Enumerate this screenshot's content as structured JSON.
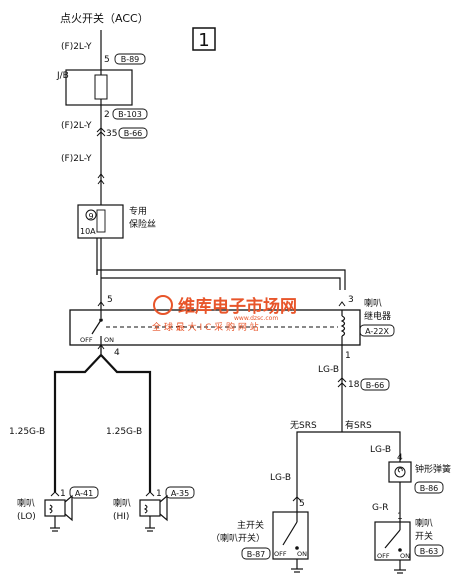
{
  "page_number": "1",
  "top_label": "点火开关（ACC）",
  "wires": {
    "w1": "(F)2L-Y",
    "w2": "(F)2L-Y",
    "w3": "(F)2L-Y",
    "lgb1": "LG-B",
    "lgb2": "LG-B",
    "lgb3": "LG-B",
    "gr": "G-R",
    "g_lo": "1.25G-B",
    "g_hi": "1.25G-B"
  },
  "pins": {
    "p5_top": "5",
    "p2": "2",
    "p35": "35",
    "p5_relay": "5",
    "p3": "3",
    "p4": "4",
    "p1_relay": "1",
    "p18": "18",
    "p4_clock": "4",
    "p5_main": "5",
    "p1_horn_sw": "1",
    "p1_lo": "1",
    "p1_hi": "1"
  },
  "connectors": {
    "b89": "B-89",
    "b103": "B-103",
    "b66a": "B-66",
    "a22x": "A-22X",
    "b66b": "B-66",
    "b86": "B-86",
    "b87": "B-87",
    "b63": "B-63",
    "a41": "A-41",
    "a35": "A-35"
  },
  "jb_label": "J/B",
  "fuse": {
    "number": "9",
    "rating": "10A",
    "name_line1": "专用",
    "name_line2": "保险丝"
  },
  "relay_name": {
    "line1": "喇叭",
    "line2": "继电器"
  },
  "relay_switch": {
    "off": "OFF",
    "on": "ON"
  },
  "branch": {
    "no_srs": "无SRS",
    "with_srs": "有SRS"
  },
  "clock_spring": {
    "line1": "钟形弹簧"
  },
  "main_switch": {
    "line1": "主开关",
    "line2": "（喇叭开关）",
    "off": "OFF",
    "on": "ON"
  },
  "horn_switch": {
    "line1": "喇叭",
    "line2": "开关",
    "off": "OFF",
    "on": "ON"
  },
  "horn_lo": {
    "line1": "喇叭",
    "line2": "(LO)"
  },
  "horn_hi": {
    "line1": "喇叭",
    "line2": "(HI)"
  },
  "watermark": {
    "line1": "维库电子市场网",
    "line2": "全 球 最 大 I C 采 购 网 站",
    "url": "www.dzsc.com"
  },
  "colors": {
    "line": "#111111",
    "watermark": "#e8552a"
  }
}
